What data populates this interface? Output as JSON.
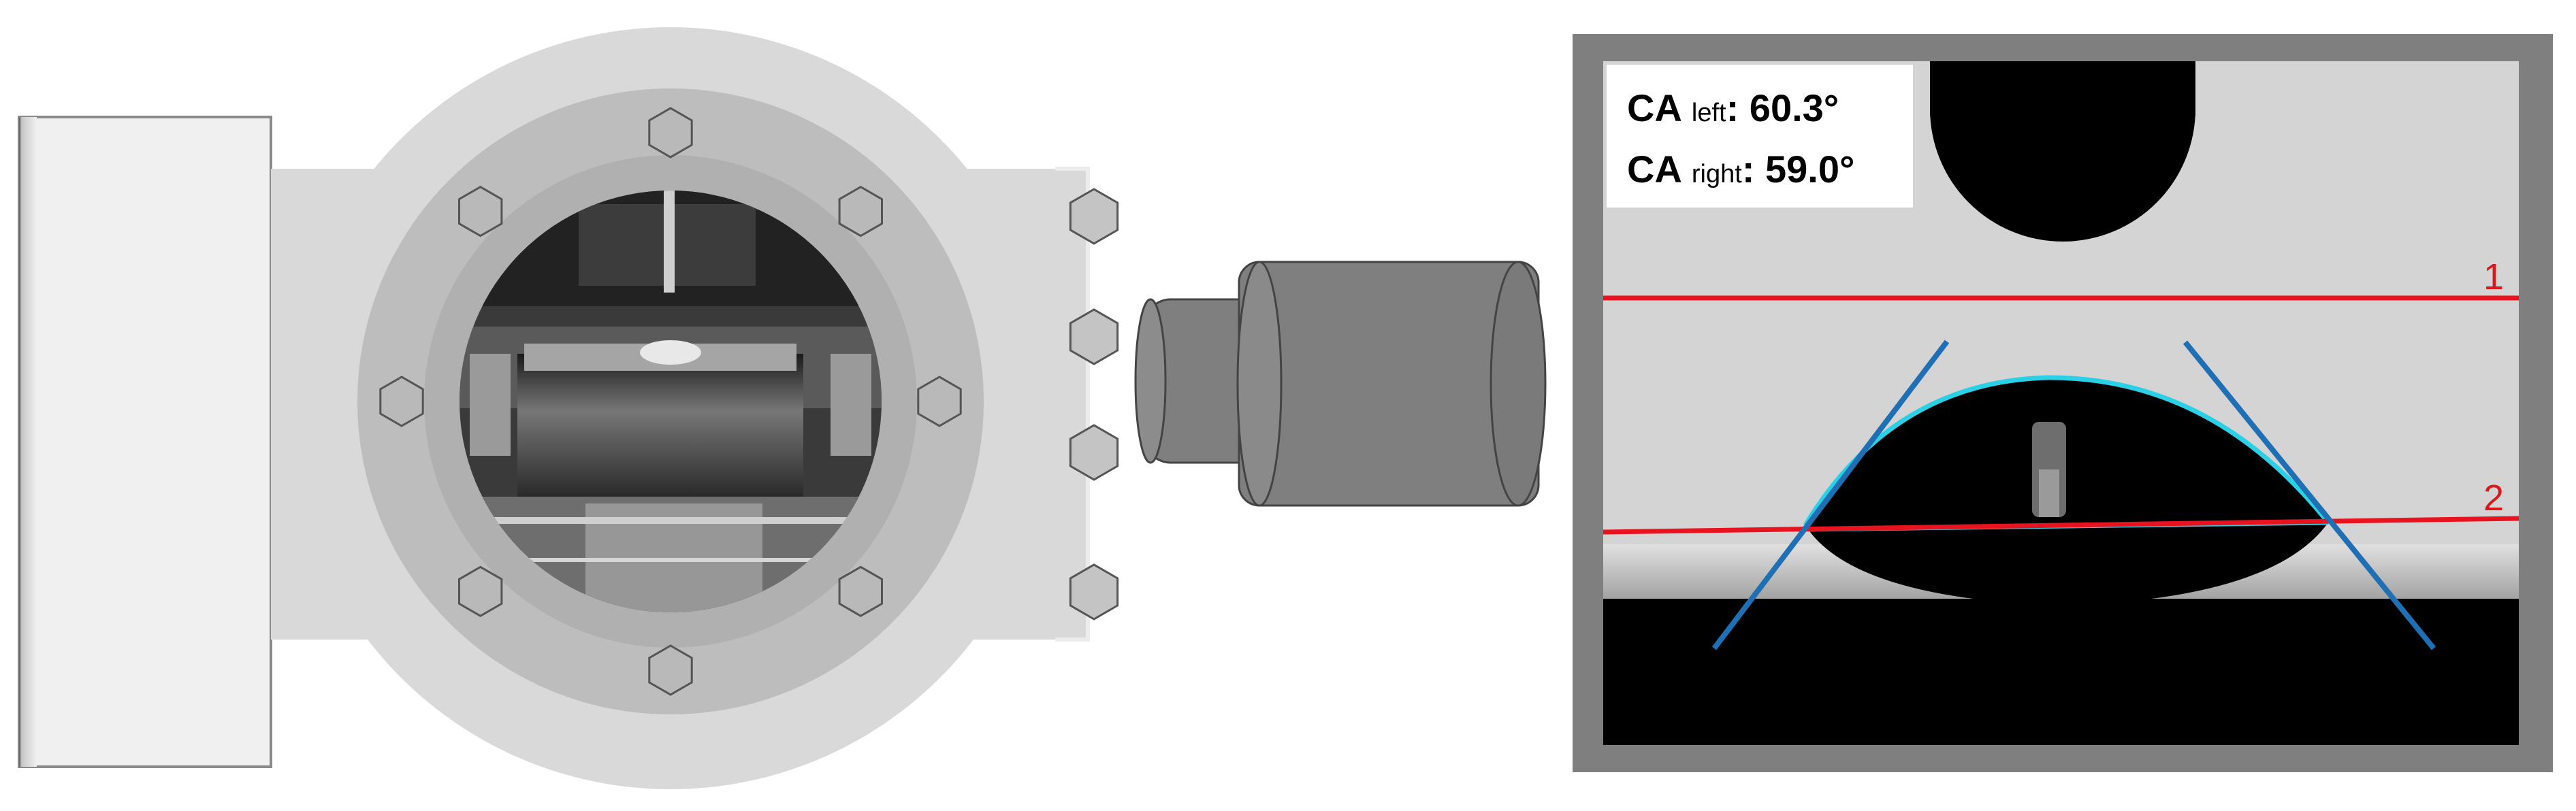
{
  "contact_angle": {
    "left": {
      "prefix": "CA",
      "sub": "left",
      "value": ": 60.3°"
    },
    "right": {
      "prefix": "CA",
      "sub": "right",
      "value": ": 59.0°"
    }
  },
  "line_labels": [
    "1",
    "2"
  ],
  "colors": {
    "housing": "#d9d9d9",
    "housing_edge": "#c8c8c8",
    "flange": "#b7b7b7",
    "camera": "#7f7f7f",
    "frame": "#7f7f7f",
    "panel_bg": "#d4d4d4",
    "baseline": "#e8131e",
    "tangent": "#1f6fb5",
    "drop_profile": "#2ad1e6"
  },
  "icons": {
    "bolt": "hexagon-bolt-icon",
    "camera": "camera-lens-icon"
  }
}
